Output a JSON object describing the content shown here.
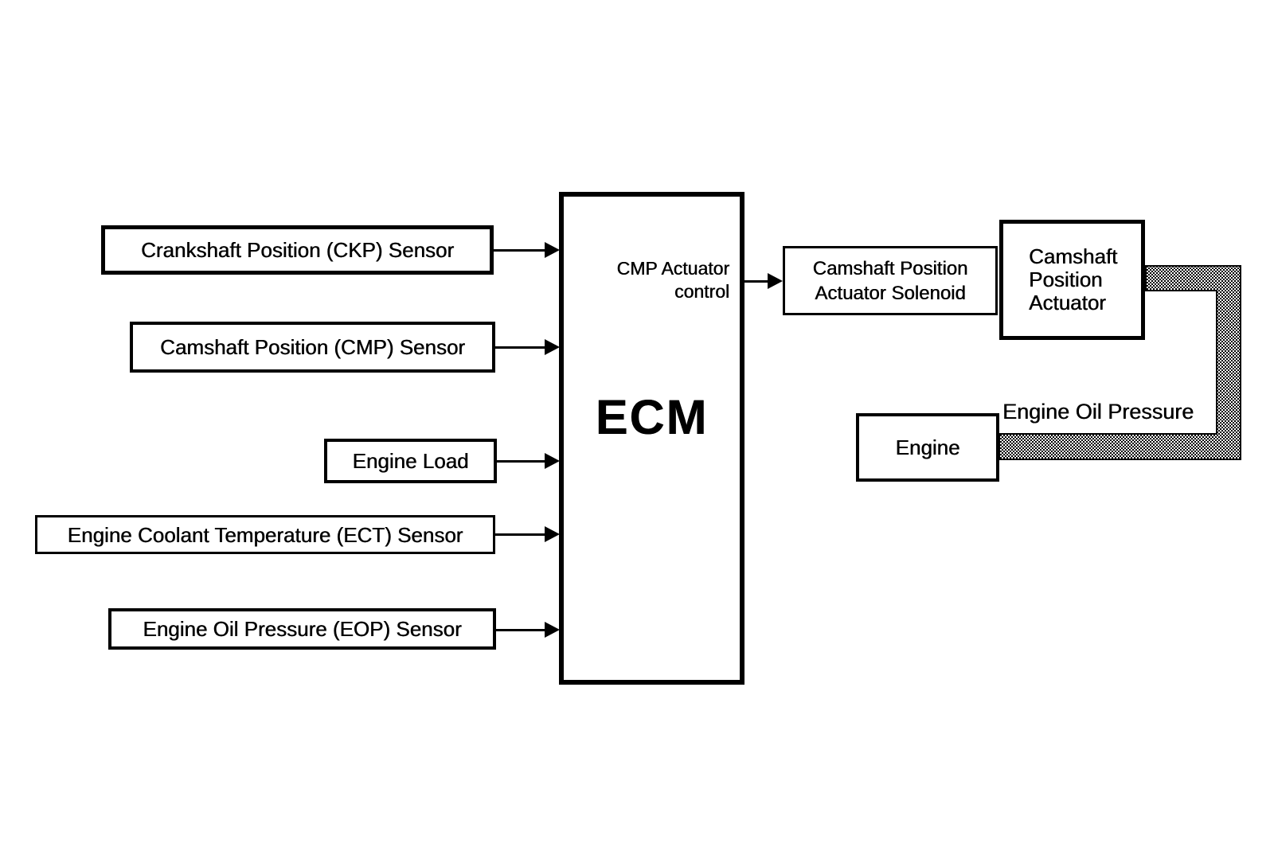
{
  "diagram": {
    "background_color": "#ffffff",
    "line_color": "#000000",
    "inputs": {
      "ckp": "Crankshaft Position (CKP) Sensor",
      "cmp": "Camshaft Position (CMP) Sensor",
      "engine_load": "Engine Load",
      "ect": "Engine Coolant Temperature (ECT) Sensor",
      "eop": "Engine Oil Pressure (EOP) Sensor"
    },
    "ecm": {
      "label": "ECM",
      "output_label_line1": "CMP Actuator",
      "output_label_line2": "control"
    },
    "outputs": {
      "solenoid_line1": "Camshaft Position",
      "solenoid_line2": "Actuator Solenoid",
      "actuator_line1": "Camshaft",
      "actuator_line2": "Position",
      "actuator_line3": "Actuator",
      "engine": "Engine"
    },
    "flow_label": "Engine Oil Pressure"
  }
}
